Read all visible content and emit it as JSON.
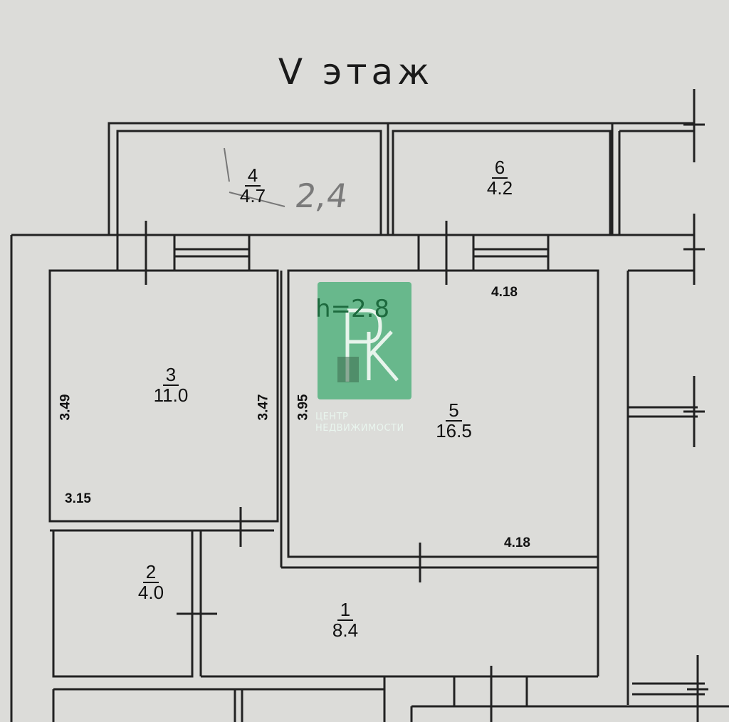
{
  "floor_title": "V этаж",
  "rooms": {
    "room_1": {
      "number": "1",
      "area": "8.4"
    },
    "room_2": {
      "number": "2",
      "area": "4.0"
    },
    "room_3": {
      "number": "3",
      "area": "11.0"
    },
    "room_4": {
      "number": "4",
      "area": "4.7"
    },
    "room_5": {
      "number": "5",
      "area": "16.5"
    },
    "room_6": {
      "number": "6",
      "area": "4.2"
    }
  },
  "dimensions": {
    "room3_left": "3.49",
    "room3_right": "3.47",
    "room3_bottom": "3.15",
    "room5_left": "3.95",
    "room5_top": "4.18",
    "room5_bottom": "4.18"
  },
  "handwritten_note": "2,4",
  "ceiling_height": "h=2.8",
  "watermark": {
    "letters": "РК",
    "line1": "ЦЕНТР",
    "line2": "НЕДВИЖИМОСТИ",
    "color": "#3caa6e"
  }
}
